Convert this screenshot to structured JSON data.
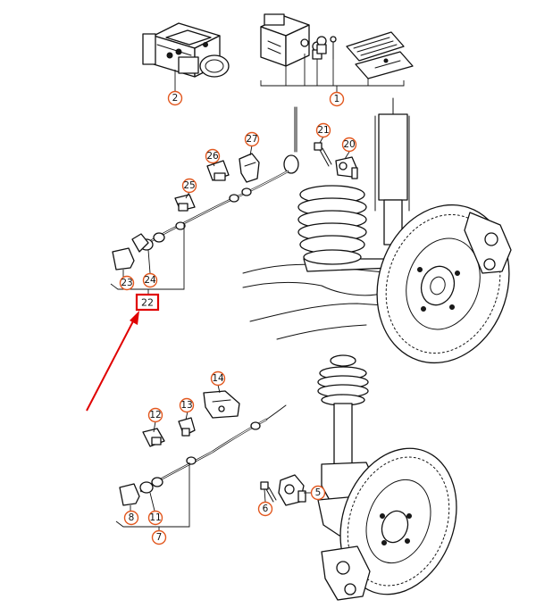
{
  "callouts": [
    {
      "id": "c1",
      "label": "1"
    },
    {
      "id": "c2",
      "label": "2"
    },
    {
      "id": "c5",
      "label": "5"
    },
    {
      "id": "c6",
      "label": "6"
    },
    {
      "id": "c7",
      "label": "7"
    },
    {
      "id": "c8",
      "label": "8"
    },
    {
      "id": "c11",
      "label": "11"
    },
    {
      "id": "c12",
      "label": "12"
    },
    {
      "id": "c13",
      "label": "13"
    },
    {
      "id": "c14",
      "label": "14"
    },
    {
      "id": "c20",
      "label": "20"
    },
    {
      "id": "c21",
      "label": "21"
    },
    {
      "id": "c23",
      "label": "23"
    },
    {
      "id": "c24",
      "label": "24"
    },
    {
      "id": "c25",
      "label": "25"
    },
    {
      "id": "c26",
      "label": "26"
    },
    {
      "id": "c27",
      "label": "27"
    }
  ],
  "highlight": {
    "label": "22",
    "color": "#e00000"
  },
  "colors": {
    "callout_ring": "#e2571e",
    "highlight": "#e00000",
    "line": "#111111"
  }
}
